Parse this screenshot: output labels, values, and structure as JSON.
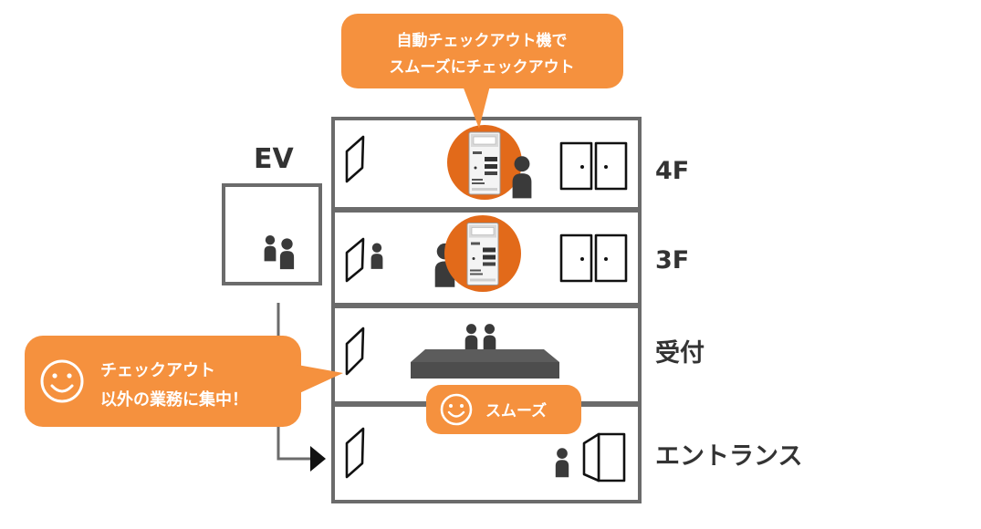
{
  "callout_top": {
    "line1": "自動チェックアウト機で",
    "line2": "スムーズにチェックアウト"
  },
  "callout_left": {
    "line1": "チェックアウト",
    "line2": "以外の業務に集中！"
  },
  "callout_smooth": {
    "label": "スムーズ"
  },
  "elevator": {
    "label": "EV"
  },
  "floors": [
    {
      "label": "4F",
      "items": [
        "window-icon",
        "checkout-kiosk",
        "person-icon",
        "double-door-icon"
      ]
    },
    {
      "label": "3F",
      "items": [
        "window-icon",
        "person-icon",
        "checkout-kiosk",
        "double-door-icon"
      ]
    },
    {
      "label": "受付",
      "items": [
        "window-icon",
        "reception-counter",
        "person-icon",
        "person-icon"
      ]
    },
    {
      "label": "エントランス",
      "items": [
        "window-icon",
        "person-icon",
        "entrance-door-icon"
      ]
    }
  ],
  "colors": {
    "callout": "#f5913e",
    "kiosk_circle": "#e26a1a",
    "frame": "#6b6b6b",
    "figure": "#3a3a3a",
    "counter": "#4d4d4d",
    "text": "#333333"
  }
}
